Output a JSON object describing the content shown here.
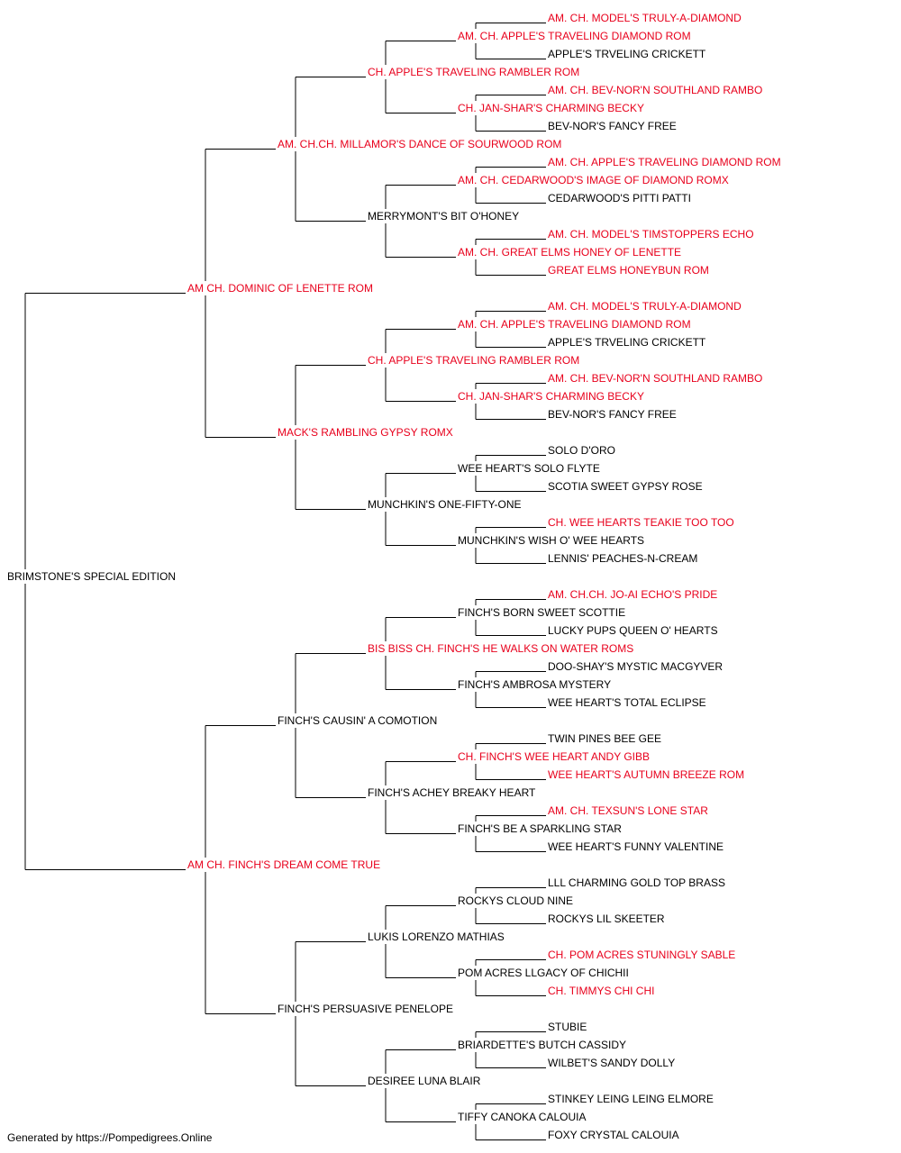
{
  "colors": {
    "champion": "#e8001c",
    "normal": "#000000",
    "line": "#000000"
  },
  "footer": "Generated by https://Pompedigrees.Online",
  "pedigree": [
    {
      "gen": 0,
      "row": 20,
      "name": "BRIMSTONE'S SPECIAL EDITION",
      "champion": false
    },
    {
      "gen": 1,
      "row": 4,
      "name": "AM CH. DOMINIC OF LENETTE ROM",
      "champion": true
    },
    {
      "gen": 1,
      "row": 36,
      "name": "AM CH. FINCH'S DREAM COME TRUE",
      "champion": true
    },
    {
      "gen": 2,
      "row": -4,
      "name": "AM. CH.CH. MILLAMOR'S DANCE OF SOURWOOD ROM",
      "champion": true
    },
    {
      "gen": 2,
      "row": 12,
      "name": "MACK'S RAMBLING GYPSY ROMX",
      "champion": true
    },
    {
      "gen": 2,
      "row": 28,
      "name": "FINCH'S CAUSIN' A COMOTION",
      "champion": false
    },
    {
      "gen": 2,
      "row": 44,
      "name": "FINCH'S PERSUASIVE PENELOPE",
      "champion": false
    },
    {
      "gen": 3,
      "row": -8,
      "name": "CH. APPLE'S TRAVELING RAMBLER ROM",
      "champion": true
    },
    {
      "gen": 3,
      "row": 0,
      "name": "MERRYMONT'S BIT O'HONEY",
      "champion": false
    },
    {
      "gen": 3,
      "row": 8,
      "name": "CH. APPLE'S TRAVELING RAMBLER ROM",
      "champion": true
    },
    {
      "gen": 3,
      "row": 16,
      "name": "MUNCHKIN'S ONE-FIFTY-ONE",
      "champion": false
    },
    {
      "gen": 3,
      "row": 24,
      "name": "BIS BISS CH. FINCH'S HE WALKS ON WATER ROMS",
      "champion": true
    },
    {
      "gen": 3,
      "row": 32,
      "name": "FINCH'S ACHEY BREAKY HEART",
      "champion": false
    },
    {
      "gen": 3,
      "row": 40,
      "name": "LUKIS LORENZO MATHIAS",
      "champion": false
    },
    {
      "gen": 3,
      "row": 48,
      "name": "DESIREE LUNA BLAIR",
      "champion": false
    },
    {
      "gen": 4,
      "row": -10,
      "name": "AM. CH. APPLE'S TRAVELING DIAMOND ROM",
      "champion": true
    },
    {
      "gen": 4,
      "row": -6,
      "name": "CH. JAN-SHAR'S CHARMING BECKY",
      "champion": true
    },
    {
      "gen": 4,
      "row": -2,
      "name": "AM. CH. CEDARWOOD'S IMAGE OF DIAMOND ROMX",
      "champion": true
    },
    {
      "gen": 4,
      "row": 2,
      "name": "AM. CH. GREAT ELMS HONEY OF LENETTE",
      "champion": true
    },
    {
      "gen": 4,
      "row": 6,
      "name": "AM. CH. APPLE'S TRAVELING DIAMOND ROM",
      "champion": true
    },
    {
      "gen": 4,
      "row": 10,
      "name": "CH. JAN-SHAR'S CHARMING BECKY",
      "champion": true
    },
    {
      "gen": 4,
      "row": 14,
      "name": "WEE HEART'S SOLO FLYTE",
      "champion": false
    },
    {
      "gen": 4,
      "row": 18,
      "name": "MUNCHKIN'S WISH O' WEE HEARTS",
      "champion": false
    },
    {
      "gen": 4,
      "row": 22,
      "name": "FINCH'S BORN SWEET SCOTTIE",
      "champion": false
    },
    {
      "gen": 4,
      "row": 26,
      "name": "FINCH'S AMBROSA MYSTERY",
      "champion": false
    },
    {
      "gen": 4,
      "row": 30,
      "name": "CH. FINCH'S WEE HEART ANDY GIBB",
      "champion": true
    },
    {
      "gen": 4,
      "row": 34,
      "name": "FINCH'S BE A SPARKLING STAR",
      "champion": false
    },
    {
      "gen": 4,
      "row": 38,
      "name": "ROCKYS CLOUD NINE",
      "champion": false
    },
    {
      "gen": 4,
      "row": 42,
      "name": "POM ACRES LLGACY OF CHICHII",
      "champion": false
    },
    {
      "gen": 4,
      "row": 46,
      "name": "BRIARDETTE'S BUTCH CASSIDY",
      "champion": false
    },
    {
      "gen": 4,
      "row": 50,
      "name": "TIFFY CANOKA CALOUIA",
      "champion": false
    },
    {
      "gen": 5,
      "row": -11,
      "name": "AM. CH. MODEL'S TRULY-A-DIAMOND",
      "champion": true
    },
    {
      "gen": 5,
      "row": -9,
      "name": "APPLE'S TRVELING CRICKETT",
      "champion": false
    },
    {
      "gen": 5,
      "row": -7,
      "name": "AM. CH. BEV-NOR'N SOUTHLAND RAMBO",
      "champion": true
    },
    {
      "gen": 5,
      "row": -5,
      "name": "BEV-NOR'S FANCY FREE",
      "champion": false
    },
    {
      "gen": 5,
      "row": -3,
      "name": "AM. CH. APPLE'S TRAVELING DIAMOND ROM",
      "champion": true
    },
    {
      "gen": 5,
      "row": -1,
      "name": "CEDARWOOD'S PITTI PATTI",
      "champion": false
    },
    {
      "gen": 5,
      "row": 1,
      "name": "AM. CH. MODEL'S TIMSTOPPERS ECHO",
      "champion": true
    },
    {
      "gen": 5,
      "row": 3,
      "name": "GREAT ELMS HONEYBUN ROM",
      "champion": true
    },
    {
      "gen": 5,
      "row": 5,
      "name": "AM. CH. MODEL'S TRULY-A-DIAMOND",
      "champion": true
    },
    {
      "gen": 5,
      "row": 7,
      "name": "APPLE'S TRVELING CRICKETT",
      "champion": false
    },
    {
      "gen": 5,
      "row": 9,
      "name": "AM. CH. BEV-NOR'N SOUTHLAND RAMBO",
      "champion": true
    },
    {
      "gen": 5,
      "row": 11,
      "name": "BEV-NOR'S FANCY FREE",
      "champion": false
    },
    {
      "gen": 5,
      "row": 13,
      "name": "SOLO D'ORO",
      "champion": false
    },
    {
      "gen": 5,
      "row": 15,
      "name": "SCOTIA SWEET GYPSY ROSE",
      "champion": false
    },
    {
      "gen": 5,
      "row": 17,
      "name": "CH. WEE HEARTS TEAKIE TOO TOO",
      "champion": true
    },
    {
      "gen": 5,
      "row": 19,
      "name": "LENNIS' PEACHES-N-CREAM",
      "champion": false
    },
    {
      "gen": 5,
      "row": 21,
      "name": "AM. CH.CH. JO-AI ECHO'S PRIDE",
      "champion": true
    },
    {
      "gen": 5,
      "row": 23,
      "name": "LUCKY PUPS QUEEN O' HEARTS",
      "champion": false
    },
    {
      "gen": 5,
      "row": 25,
      "name": "DOO-SHAY'S MYSTIC MACGYVER",
      "champion": false
    },
    {
      "gen": 5,
      "row": 27,
      "name": "WEE HEART'S TOTAL ECLIPSE",
      "champion": false
    },
    {
      "gen": 5,
      "row": 29,
      "name": "TWIN PINES BEE GEE",
      "champion": false
    },
    {
      "gen": 5,
      "row": 31,
      "name": "WEE HEART'S AUTUMN BREEZE ROM",
      "champion": true
    },
    {
      "gen": 5,
      "row": 33,
      "name": "AM. CH. TEXSUN'S LONE STAR",
      "champion": true
    },
    {
      "gen": 5,
      "row": 35,
      "name": "WEE HEART'S FUNNY VALENTINE",
      "champion": false
    },
    {
      "gen": 5,
      "row": 37,
      "name": "LLL CHARMING GOLD TOP BRASS",
      "champion": false
    },
    {
      "gen": 5,
      "row": 39,
      "name": "ROCKYS LIL SKEETER",
      "champion": false
    },
    {
      "gen": 5,
      "row": 41,
      "name": "CH. POM ACRES STUNINGLY SABLE",
      "champion": true
    },
    {
      "gen": 5,
      "row": 43,
      "name": "CH. TIMMYS CHI CHI",
      "champion": true
    },
    {
      "gen": 5,
      "row": 45,
      "name": "STUBIE",
      "champion": false
    },
    {
      "gen": 5,
      "row": 47,
      "name": "WILBET'S SANDY DOLLY",
      "champion": false
    },
    {
      "gen": 5,
      "row": 49,
      "name": "STINKEY LEING LEING ELMORE",
      "champion": false
    },
    {
      "gen": 5,
      "row": 51,
      "name": "FOXY CRYSTAL CALOUIA",
      "champion": false
    }
  ]
}
